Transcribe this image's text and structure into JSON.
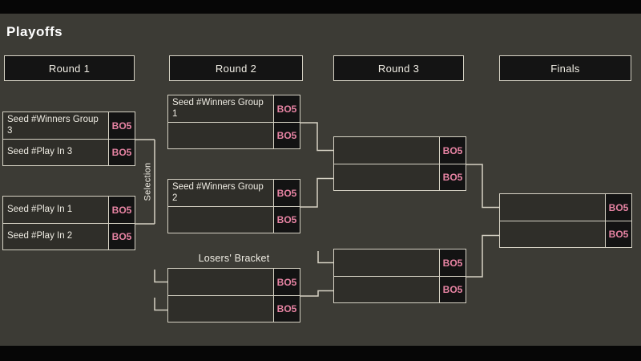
{
  "title": "Playoffs",
  "headers": {
    "round1": "Round 1",
    "round2": "Round 2",
    "round3": "Round 3",
    "finals": "Finals"
  },
  "labels": {
    "selection": "Selection",
    "losers_bracket": "Losers' Bracket"
  },
  "matches": {
    "r1m1": {
      "top": {
        "name": "Seed #Winners Group 3",
        "tag": "BO5"
      },
      "bottom": {
        "name": "Seed #Play In 3",
        "tag": "BO5"
      }
    },
    "r1m2": {
      "top": {
        "name": "Seed #Play In 1",
        "tag": "BO5"
      },
      "bottom": {
        "name": "Seed #Play In 2",
        "tag": "BO5"
      }
    },
    "r2m1": {
      "top": {
        "name": "Seed #Winners Group 1",
        "tag": "BO5"
      },
      "bottom": {
        "name": "",
        "tag": "BO5"
      }
    },
    "r2m2": {
      "top": {
        "name": "Seed #Winners Group 2",
        "tag": "BO5"
      },
      "bottom": {
        "name": "",
        "tag": "BO5"
      }
    },
    "r2m3": {
      "top": {
        "name": "",
        "tag": "BO5"
      },
      "bottom": {
        "name": "",
        "tag": "BO5"
      }
    },
    "r3m1": {
      "top": {
        "name": "",
        "tag": "BO5"
      },
      "bottom": {
        "name": "",
        "tag": "BO5"
      }
    },
    "r3m2": {
      "top": {
        "name": "",
        "tag": "BO5"
      },
      "bottom": {
        "name": "",
        "tag": "BO5"
      }
    },
    "finals": {
      "top": {
        "name": "",
        "tag": "BO5"
      },
      "bottom": {
        "name": "",
        "tag": "BO5"
      }
    }
  },
  "colors": {
    "background": "#3c3b35",
    "slot_background": "#2f2e29",
    "box_border": "#d6d2c4",
    "badge_background": "#131313",
    "badge_text": "#e884a4",
    "text": "#efece3",
    "connector_line": "#d6d2c4"
  }
}
